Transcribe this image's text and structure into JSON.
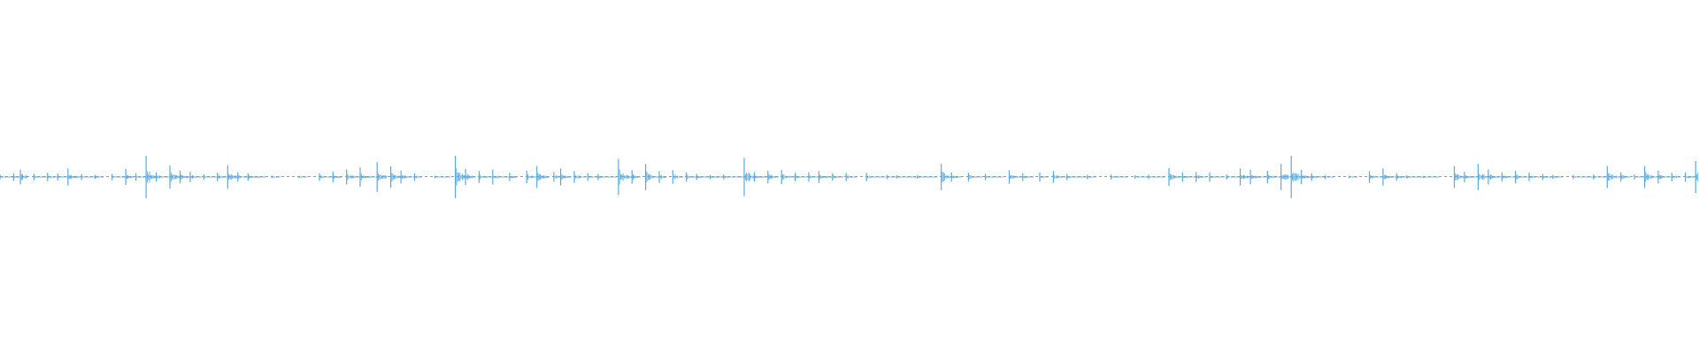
{
  "waveform": {
    "color": "#5aaae0",
    "baseline_color": "#5aaae0",
    "peak_amplitude": 1.0,
    "events": [
      [
        0.0,
        0.12
      ],
      [
        0.008,
        0.18
      ],
      [
        0.012,
        0.35
      ],
      [
        0.02,
        0.15
      ],
      [
        0.028,
        0.2
      ],
      [
        0.034,
        0.16
      ],
      [
        0.04,
        0.4
      ],
      [
        0.048,
        0.14
      ],
      [
        0.056,
        0.1
      ],
      [
        0.066,
        0.15
      ],
      [
        0.074,
        0.38
      ],
      [
        0.08,
        0.18
      ],
      [
        0.086,
        1.0
      ],
      [
        0.092,
        0.22
      ],
      [
        0.1,
        0.55
      ],
      [
        0.106,
        0.3
      ],
      [
        0.112,
        0.25
      ],
      [
        0.12,
        0.12
      ],
      [
        0.128,
        0.2
      ],
      [
        0.134,
        0.55
      ],
      [
        0.14,
        0.22
      ],
      [
        0.146,
        0.18
      ],
      [
        0.16,
        0.06
      ],
      [
        0.176,
        0.05
      ],
      [
        0.188,
        0.18
      ],
      [
        0.196,
        0.26
      ],
      [
        0.204,
        0.35
      ],
      [
        0.212,
        0.45
      ],
      [
        0.222,
        0.7
      ],
      [
        0.23,
        0.5
      ],
      [
        0.236,
        0.3
      ],
      [
        0.244,
        0.18
      ],
      [
        0.256,
        0.06
      ],
      [
        0.268,
        1.0
      ],
      [
        0.274,
        0.38
      ],
      [
        0.282,
        0.28
      ],
      [
        0.29,
        0.35
      ],
      [
        0.3,
        0.2
      ],
      [
        0.31,
        0.3
      ],
      [
        0.316,
        0.52
      ],
      [
        0.326,
        0.22
      ],
      [
        0.33,
        0.4
      ],
      [
        0.338,
        0.28
      ],
      [
        0.346,
        0.18
      ],
      [
        0.352,
        0.14
      ],
      [
        0.364,
        0.85
      ],
      [
        0.372,
        0.32
      ],
      [
        0.38,
        0.62
      ],
      [
        0.388,
        0.28
      ],
      [
        0.396,
        0.32
      ],
      [
        0.404,
        0.22
      ],
      [
        0.41,
        0.14
      ],
      [
        0.418,
        0.1
      ],
      [
        0.426,
        0.12
      ],
      [
        0.438,
        0.9
      ],
      [
        0.444,
        0.22
      ],
      [
        0.452,
        0.3
      ],
      [
        0.46,
        0.34
      ],
      [
        0.468,
        0.2
      ],
      [
        0.476,
        0.22
      ],
      [
        0.482,
        0.28
      ],
      [
        0.49,
        0.18
      ],
      [
        0.498,
        0.2
      ],
      [
        0.51,
        0.2
      ],
      [
        0.522,
        0.1
      ],
      [
        0.528,
        0.08
      ],
      [
        0.54,
        0.08
      ],
      [
        0.554,
        0.62
      ],
      [
        0.56,
        0.22
      ],
      [
        0.57,
        0.2
      ],
      [
        0.58,
        0.15
      ],
      [
        0.594,
        0.32
      ],
      [
        0.602,
        0.18
      ],
      [
        0.612,
        0.22
      ],
      [
        0.62,
        0.28
      ],
      [
        0.628,
        0.15
      ],
      [
        0.64,
        0.1
      ],
      [
        0.654,
        0.12
      ],
      [
        0.668,
        0.08
      ],
      [
        0.676,
        0.1
      ],
      [
        0.688,
        0.42
      ],
      [
        0.696,
        0.22
      ],
      [
        0.704,
        0.24
      ],
      [
        0.712,
        0.22
      ],
      [
        0.722,
        0.12
      ],
      [
        0.73,
        0.4
      ],
      [
        0.736,
        0.34
      ],
      [
        0.746,
        0.3
      ],
      [
        0.754,
        0.62
      ],
      [
        0.76,
        1.0
      ],
      [
        0.766,
        0.34
      ],
      [
        0.772,
        0.18
      ],
      [
        0.78,
        0.1
      ],
      [
        0.794,
        0.06
      ],
      [
        0.806,
        0.28
      ],
      [
        0.814,
        0.4
      ],
      [
        0.822,
        0.18
      ],
      [
        0.828,
        0.08
      ],
      [
        0.838,
        0.05
      ],
      [
        0.856,
        0.52
      ],
      [
        0.862,
        0.25
      ],
      [
        0.87,
        0.62
      ],
      [
        0.876,
        0.35
      ],
      [
        0.884,
        0.22
      ],
      [
        0.892,
        0.3
      ],
      [
        0.9,
        0.2
      ],
      [
        0.908,
        0.14
      ],
      [
        0.914,
        0.1
      ],
      [
        0.926,
        0.1
      ],
      [
        0.938,
        0.12
      ],
      [
        0.946,
        0.52
      ],
      [
        0.954,
        0.22
      ],
      [
        0.962,
        0.12
      ],
      [
        0.968,
        0.52
      ],
      [
        0.976,
        0.3
      ],
      [
        0.984,
        0.2
      ],
      [
        0.992,
        0.22
      ],
      [
        0.998,
        0.75
      ]
    ]
  }
}
